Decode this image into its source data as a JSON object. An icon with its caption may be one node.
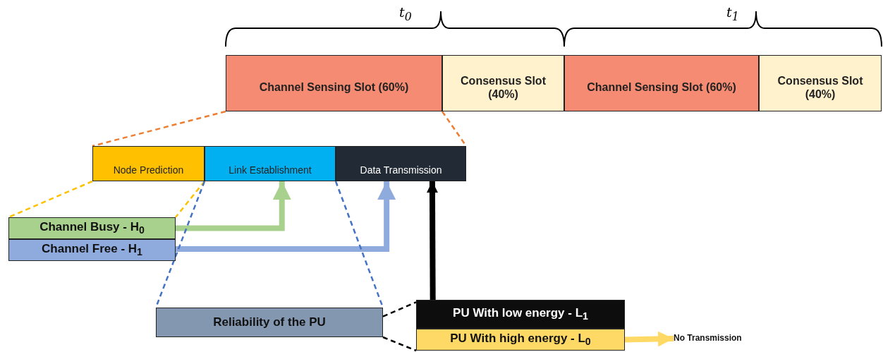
{
  "diagram": {
    "nodes": [
      {
        "text": [
          "Channel Sensing Slot (60%)"
        ]
      },
      {
        "text": [
          "Consensus Slot (40%)"
        ]
      },
      {
        "text": [
          "Channel Sensing Slot (60%)"
        ]
      },
      {
        "text": [
          "Consensus Slot (40%)"
        ]
      },
      {
        "text": [
          "Node Prediction"
        ]
      },
      {
        "text": [
          "Link Establishment"
        ]
      },
      {
        "text": [
          "Data Transmission"
        ]
      },
      {
        "text": [
          "Channel Busy  -  H$_{0}$"
        ]
      },
      {
        "text": [
          "Channel Free -  H$_{1}$"
        ]
      },
      {
        "text": [
          "Reliability of the PU"
        ]
      },
      {
        "text": [
          "PU With low energy  -  L$_{1}$"
        ]
      },
      {
        "text": [
          "PU With high energy  -  L$_{0}$"
        ]
      },
      {
        "text": [
          "No Transmission"
        ]
      }
    ],
    "edges": [
      {
        "from": 7,
        "to": 5,
        "arrow": "to",
        "style": "thick",
        "color": "#a9d18e"
      },
      {
        "from": 8,
        "to": 6,
        "arrow": "to",
        "style": "thick",
        "color": "#8faadc"
      },
      {
        "from": 10,
        "to": 6,
        "arrow": "to",
        "style": "thick",
        "color": "#000000"
      },
      {
        "from": 11,
        "to": 12,
        "arrow": "to",
        "style": "thick",
        "color": "#ffd966"
      },
      {
        "from": 0,
        "to": 4,
        "arrow": "none",
        "style": "dashed",
        "color": "#ed7d31"
      },
      {
        "from": 0,
        "to": 6,
        "arrow": "none",
        "style": "dashed",
        "color": "#ed7d31"
      },
      {
        "from": 4,
        "to": 7,
        "arrow": "none",
        "style": "dashed",
        "color": "#ffc000"
      },
      {
        "from": 4,
        "to": 7,
        "arrow": "none",
        "style": "dashed",
        "color": "#ffc000"
      },
      {
        "from": 5,
        "to": 9,
        "arrow": "none",
        "style": "dashed",
        "color": "#4472c4"
      },
      {
        "from": 5,
        "to": 9,
        "arrow": "none",
        "style": "dashed",
        "color": "#4472c4"
      },
      {
        "from": 9,
        "to": 10,
        "arrow": "none",
        "style": "dashed",
        "color": "#000000"
      },
      {
        "from": 9,
        "to": 11,
        "arrow": "none",
        "style": "dashed",
        "color": "#000000"
      }
    ],
    "labels": [
      "t$_{0}$",
      "t$_{1}$"
    ]
  }
}
